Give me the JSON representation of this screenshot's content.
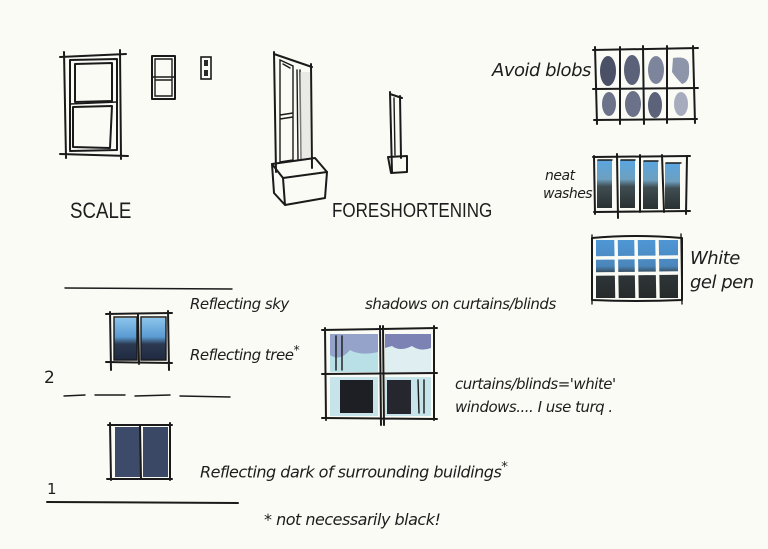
{
  "colors": {
    "paper": "#fbfbf6",
    "ink": "#1a1a1a",
    "blob_dark": "#4a5066",
    "blob_light": "#8d95ab",
    "sky_blue": "#4f97d6",
    "sky_light": "#8cc4ec",
    "tree_dark": "#2c3440",
    "dark_glass": "#3d4a6a",
    "turquoise": "#b8e0e6",
    "curtain_shadow": "#6b6fa8",
    "black_curtain": "#1e1f24"
  },
  "labels": {
    "scale": "SCALE",
    "foreshortening": "FORESHORTENING",
    "avoid_blobs": "Avoid blobs",
    "neat": "neat",
    "washes": "washes",
    "white": "White",
    "gel_pen": "gel pen",
    "reflecting_sky": "Reflecting sky",
    "reflecting_tree": "Reflecting tree",
    "tree_asterisk": "*",
    "shadows_on_curtains": "shadows on curtains/blinds",
    "curtains_line1": "curtains/blinds='white'",
    "curtains_line2": "windows.... I use turq .",
    "reflecting_dark": "Reflecting dark of surrounding buildings",
    "dark_asterisk": "*",
    "not_necessarily_black": "* not necessarily black!",
    "number_2": "2",
    "number_1": "1"
  },
  "sketches": [
    {
      "id": "scale-window-large",
      "description": "sash window, large"
    },
    {
      "id": "scale-window-medium",
      "description": "sash window, medium"
    },
    {
      "id": "scale-window-small",
      "description": "sash window, small"
    },
    {
      "id": "foreshortened-window-wide",
      "description": "window in perspective with sill box"
    },
    {
      "id": "foreshortened-window-narrow",
      "description": "window strongly foreshortened"
    },
    {
      "id": "blob-window",
      "description": "4x2 grid window with blob washes"
    },
    {
      "id": "neat-washes-window",
      "description": "4-pane window with blue to dark graded washes"
    },
    {
      "id": "gel-pen-window",
      "description": "4x3 grid window with white gel pen mullions"
    },
    {
      "id": "reflecting-sky-window",
      "description": "2-pane window blue sky with dark tree reflection"
    },
    {
      "id": "curtain-window",
      "description": "2x2 window with curtains and shadows in turquoise"
    },
    {
      "id": "dark-reflection-window",
      "description": "2-pane window in dark blue-grey"
    }
  ]
}
